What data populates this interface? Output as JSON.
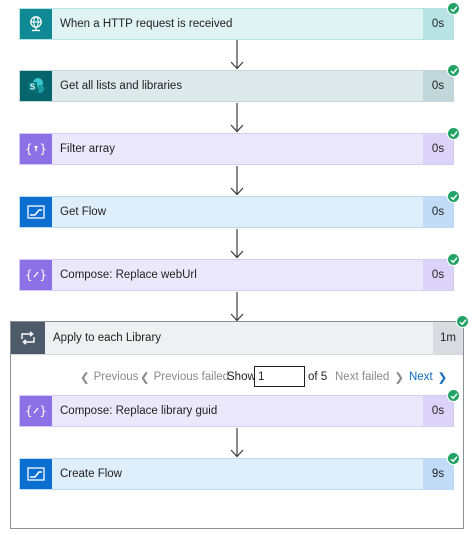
{
  "steps": [
    {
      "title": "When a HTTP request is received",
      "duration": "0s",
      "icon": "globe-request-icon",
      "status": "succeeded"
    },
    {
      "title": "Get all lists and libraries",
      "duration": "0s",
      "icon": "sharepoint-icon",
      "status": "succeeded"
    },
    {
      "title": "Filter array",
      "duration": "0s",
      "icon": "filter-braces-icon",
      "status": "succeeded"
    },
    {
      "title": "Get Flow",
      "duration": "0s",
      "icon": "flow-icon",
      "status": "succeeded"
    },
    {
      "title": "Compose: Replace webUrl",
      "duration": "0s",
      "icon": "compose-braces-icon",
      "status": "succeeded"
    }
  ],
  "loop": {
    "title": "Apply to each Library",
    "duration": "1m",
    "icon": "loop-icon",
    "status": "succeeded",
    "pager": {
      "previous": "Previous",
      "previous_failed": "Previous failed",
      "show": "Show",
      "current": "1",
      "of": "of 5",
      "next_failed": "Next failed",
      "next": "Next"
    },
    "inner_steps": [
      {
        "title": "Compose: Replace library guid",
        "duration": "0s",
        "icon": "compose-braces-icon",
        "status": "succeeded"
      },
      {
        "title": "Create Flow",
        "duration": "9s",
        "icon": "flow-icon",
        "status": "succeeded"
      }
    ]
  },
  "colors": {
    "success": "#21a366",
    "http": "#0f8a94",
    "sharepoint": "#05646c",
    "data_operation": "#8b70e6",
    "flow": "#0a6fd1",
    "control": "#4d5a6a",
    "link": "#0f6cbd"
  }
}
